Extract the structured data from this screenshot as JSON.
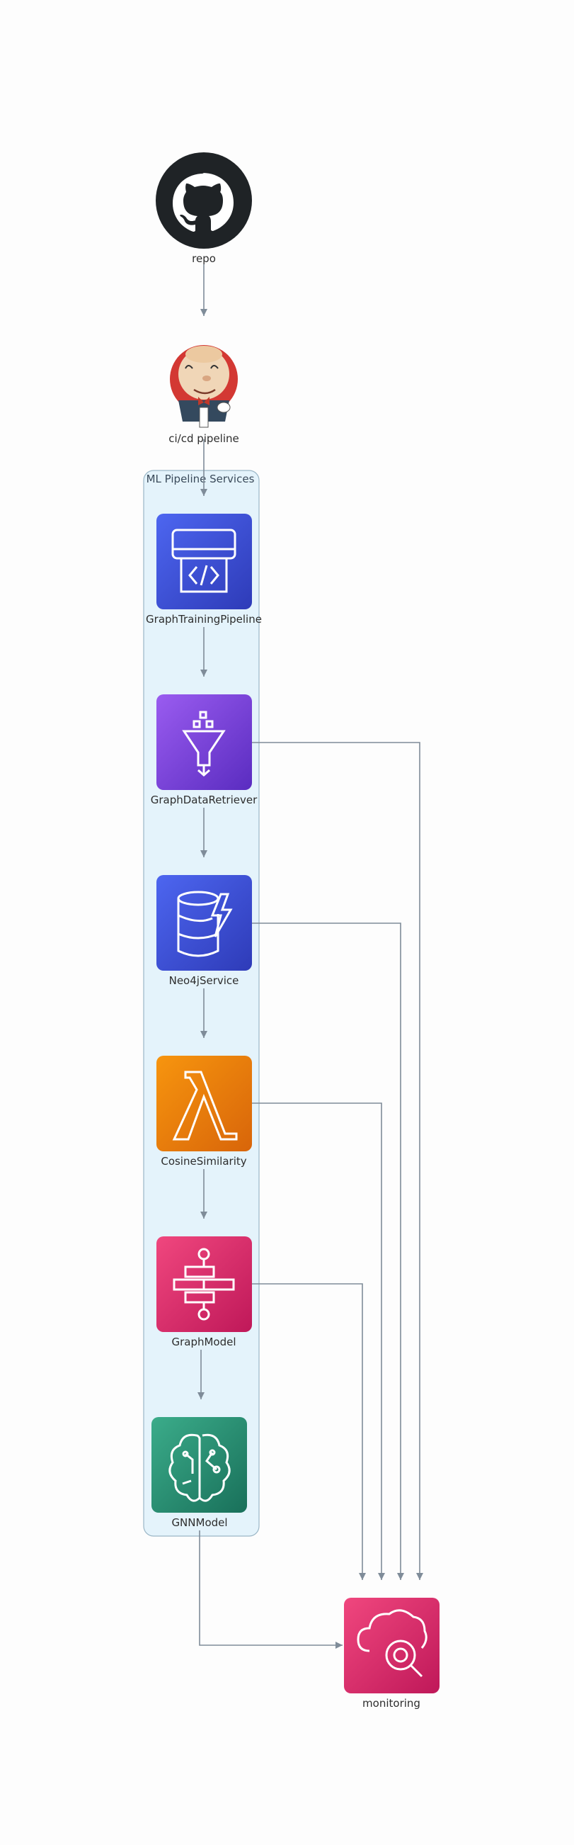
{
  "cluster": {
    "label": "ML Pipeline Services"
  },
  "nodes": {
    "repo": {
      "label": "repo",
      "icon": "github-icon"
    },
    "cicd": {
      "label": "ci/cd pipeline",
      "icon": "jenkins-icon"
    },
    "training": {
      "label": "GraphTrainingPipeline",
      "icon": "sagemaker-pipeline-icon",
      "color": "#3b48cc"
    },
    "retriever": {
      "label": "GraphDataRetriever",
      "icon": "data-funnel-icon",
      "color": "#6c3ad6"
    },
    "neo4j": {
      "label": "Neo4jService",
      "icon": "dynamodb-icon",
      "color": "#3b48cc"
    },
    "cosine": {
      "label": "CosineSimilarity",
      "icon": "lambda-icon",
      "color": "#e8730a"
    },
    "graphmodel": {
      "label": "GraphModel",
      "icon": "step-functions-icon",
      "color": "#d1236b"
    },
    "gnn": {
      "label": "GNNModel",
      "icon": "sagemaker-brain-icon",
      "color": "#1f8a6e"
    },
    "monitoring": {
      "label": "monitoring",
      "icon": "cloudwatch-icon",
      "color": "#d1236b"
    }
  },
  "colors": {
    "cluster_fill": "#e4f3fb",
    "cluster_stroke": "#9ab6c6",
    "edge": "#7f8c99"
  }
}
